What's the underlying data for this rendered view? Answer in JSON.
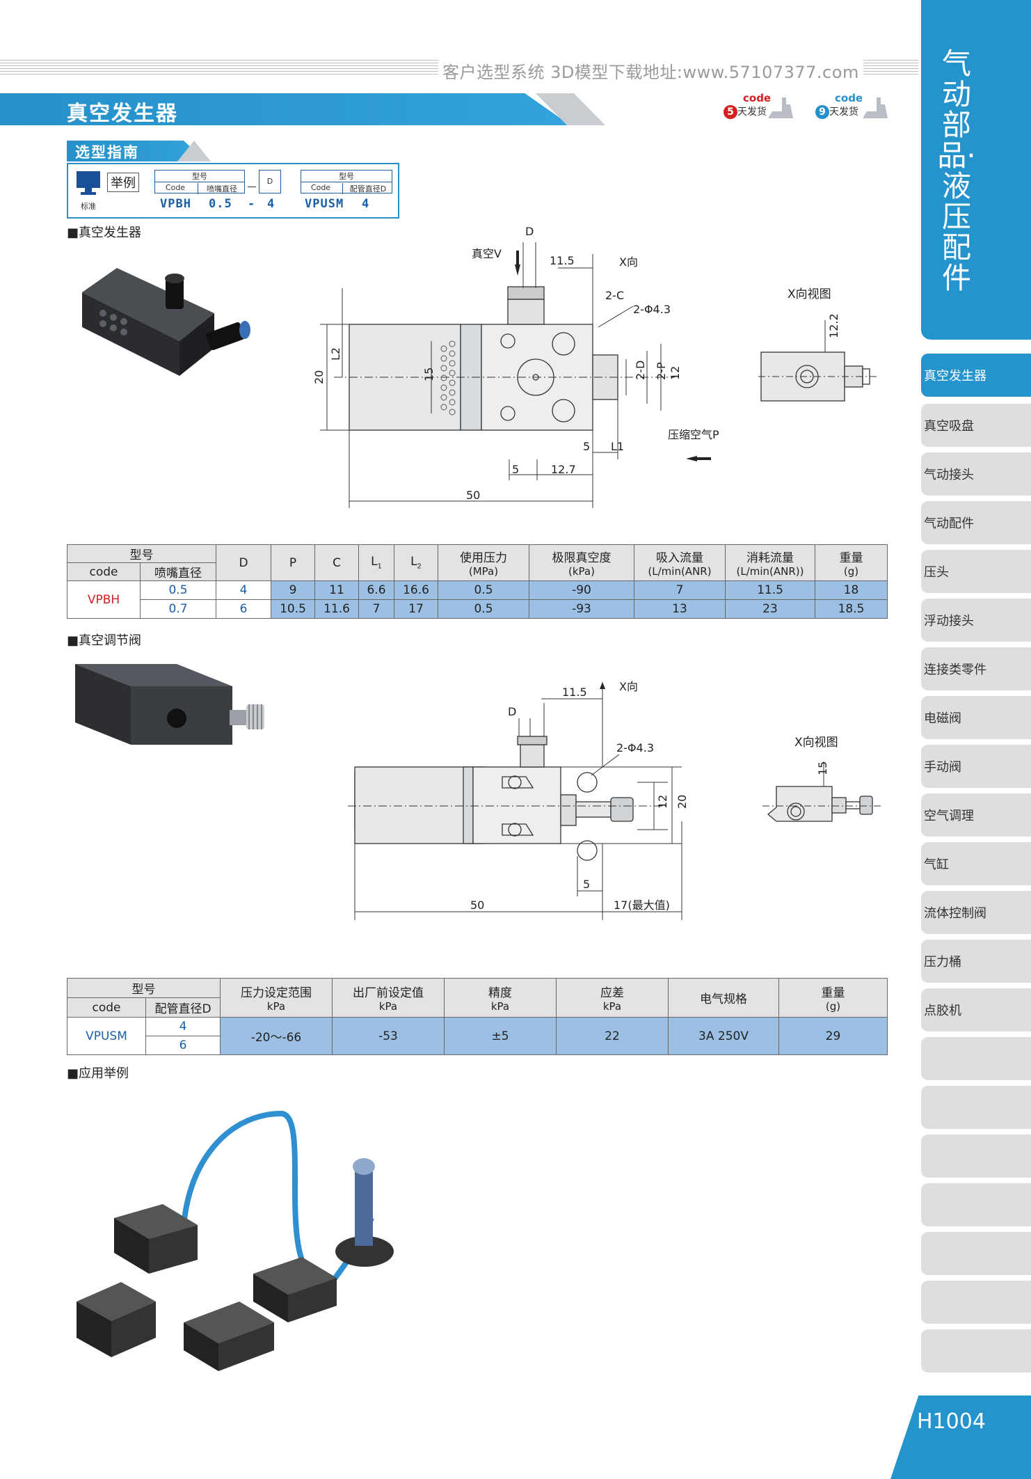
{
  "header": {
    "site_text": "客户选型系统  3D模型下载地址:www.57107377.com",
    "title": "真空发生器",
    "badge1": {
      "code": "code",
      "num": "5",
      "days": "天发货"
    },
    "badge2": {
      "code": "code",
      "num": "9",
      "days": "天发货"
    }
  },
  "sidebar": {
    "title": "气动部品·液压配件",
    "items": [
      "真空发生器",
      "真空吸盘",
      "气动接头",
      "气动配件",
      "压头",
      "浮动接头",
      "连接类零件",
      "电磁阀",
      "手动阀",
      "空气调理",
      "气缸",
      "流体控制阀",
      "压力桶",
      "点胶机"
    ],
    "page": "H1004"
  },
  "guide": {
    "tab": "选型指南",
    "example": "举例",
    "standard": "标准",
    "model": "型号",
    "code": "Code",
    "nozzle": "喷嘴直径",
    "d": "D",
    "model2": "型号",
    "code2": "Code",
    "pipe": "配管直径D",
    "v1": "VPBH",
    "v2": "0.5",
    "dash": "-",
    "v3": "4",
    "v4": "VPUSM",
    "v5": "4"
  },
  "sections": {
    "s1": "■真空发生器",
    "s2": "■真空调节阀",
    "s3": "■应用举例"
  },
  "drawing1": {
    "D": "D",
    "vac": "真空V",
    "d115": "11.5",
    "xdir": "X向",
    "c2": "2-C",
    "hole": "2-Φ4.3",
    "xview": "X向视图",
    "d122": "12.2",
    "L2": "L2",
    "d20": "20",
    "d15": "15",
    "d2D": "2-D",
    "d2P": "2-P",
    "d12": "12",
    "air": "压缩空气P",
    "d5a": "5",
    "L1": "L1",
    "d5b": "5",
    "d127": "12.7",
    "d50": "50"
  },
  "drawing2": {
    "xdir": "X向",
    "d115": "11.5",
    "D": "D",
    "hole": "2-Φ4.3",
    "xview": "X向视图",
    "d15": "15",
    "d12": "12",
    "d20": "20",
    "d5": "5",
    "d50": "50",
    "d17": "17(最大值)"
  },
  "table1": {
    "headers": {
      "model": "型号",
      "code": "code",
      "nozzle": "喷嘴直径",
      "D": "D",
      "P": "P",
      "C": "C",
      "L1": "L",
      "L1s": "1",
      "L2": "L",
      "L2s": "2",
      "press": "使用压力",
      "press_u": "(MPa)",
      "vac": "极限真空度",
      "vac_u": "(kPa)",
      "flow": "吸入流量",
      "flow_u": "(L/min(ANR)",
      "cons": "消耗流量",
      "cons_u": "(L/min(ANR))",
      "wt": "重量",
      "wt_u": "(g)"
    },
    "code": "VPBH",
    "rows": [
      {
        "nozzle": "0.5",
        "D": "4",
        "P": "9",
        "C": "11",
        "L1": "6.6",
        "L2": "16.6",
        "press": "0.5",
        "vac": "-90",
        "flow": "7",
        "cons": "11.5",
        "wt": "18"
      },
      {
        "nozzle": "0.7",
        "D": "6",
        "P": "10.5",
        "C": "11.6",
        "L1": "7",
        "L2": "17",
        "press": "0.5",
        "vac": "-93",
        "flow": "13",
        "cons": "23",
        "wt": "18.5"
      }
    ]
  },
  "table2": {
    "headers": {
      "model": "型号",
      "code": "code",
      "pipe": "配管直径D",
      "range": "压力设定范围",
      "range_u": "kPa",
      "factory": "出厂前设定值",
      "factory_u": "kPa",
      "acc": "精度",
      "acc_u": "kPa",
      "diff": "应差",
      "diff_u": "kPa",
      "elec": "电气规格",
      "wt": "重量",
      "wt_u": "(g)"
    },
    "code": "VPUSM",
    "pipe1": "4",
    "pipe2": "6",
    "range": "-20～-66",
    "factory": "-53",
    "acc": "±5",
    "diff": "22",
    "elec": "3A 250V",
    "wt": "29"
  }
}
